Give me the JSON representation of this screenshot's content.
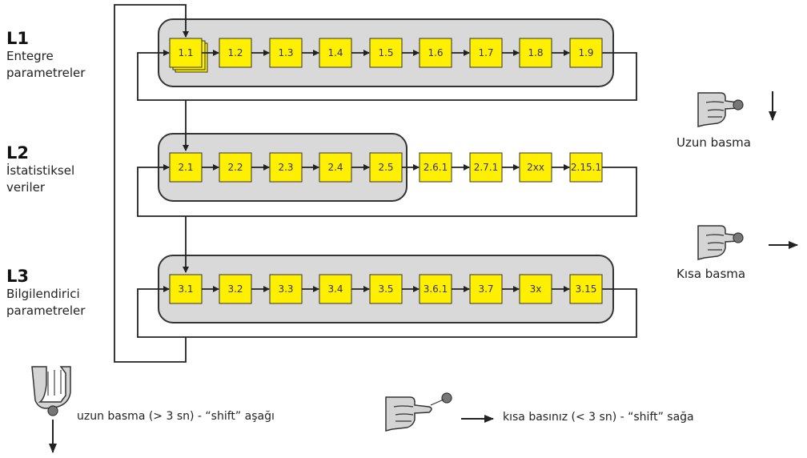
{
  "levels": [
    {
      "code": "L1",
      "description_lines": [
        "Entegre",
        "parametreler"
      ],
      "boxes": [
        "1.1",
        "1.2",
        "1.3",
        "1.4",
        "1.5",
        "1.6",
        "1.7",
        "1.8",
        "1.9"
      ]
    },
    {
      "code": "L2",
      "description_lines": [
        "İstatistiksel",
        "veriler"
      ],
      "boxes": [
        "2.1",
        "2.2",
        "2.3",
        "2.4",
        "2.5",
        "2.6.1",
        "2.7.1",
        "2xx",
        "2.15.1"
      ]
    },
    {
      "code": "L3",
      "description_lines": [
        "Bilgilendirici",
        "parametreler"
      ],
      "boxes": [
        "3.1",
        "3.2",
        "3.3",
        "3.4",
        "3.5",
        "3.6.1",
        "3.7",
        "3x",
        "3.15"
      ]
    }
  ],
  "side_legend": {
    "long_press": "Uzun basma",
    "short_press": "Kısa basma"
  },
  "bottom_legend": {
    "long_press": "uzun basma (> 3 sn) - “shift” aşağı",
    "short_press": "kısa basınız (< 3 sn) - “shift” sağa"
  },
  "colors": {
    "box_fill": "#ffef00",
    "box_stroke": "#333333",
    "group_fill": "#d9d9d9",
    "group_stroke": "#333333",
    "line": "#222222"
  }
}
